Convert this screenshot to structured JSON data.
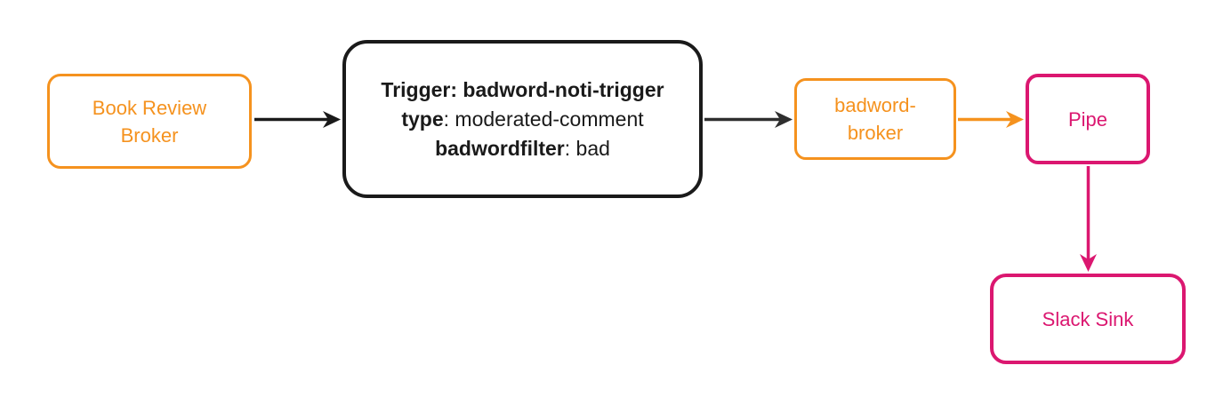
{
  "colors": {
    "orange": "#F5921E",
    "pink": "#DB1770",
    "ink": "#1A1A1A",
    "edge_dark": "#2E2E2E",
    "background": "#FFFFFF"
  },
  "nodes": {
    "book_review_broker": {
      "lines": [
        "Book Review",
        "Broker"
      ]
    },
    "trigger": {
      "lines": [
        {
          "bold": "Trigger: badword-noti-trigger",
          "rest": ""
        },
        {
          "bold": "type",
          "rest": ": moderated-comment"
        },
        {
          "bold": "badwordfilter",
          "rest": ": bad"
        }
      ]
    },
    "badword_broker": {
      "lines": [
        "badword-",
        "broker"
      ]
    },
    "pipe": {
      "label": "Pipe"
    },
    "slack_sink": {
      "label": "Slack Sink"
    }
  },
  "edges": [
    {
      "from": "book_review_broker",
      "to": "trigger",
      "color": "ink",
      "direction": "right"
    },
    {
      "from": "trigger",
      "to": "badword_broker",
      "color": "edge_dark",
      "direction": "right"
    },
    {
      "from": "badword_broker",
      "to": "pipe",
      "color": "orange",
      "direction": "right"
    },
    {
      "from": "pipe",
      "to": "slack_sink",
      "color": "pink",
      "direction": "down"
    }
  ]
}
